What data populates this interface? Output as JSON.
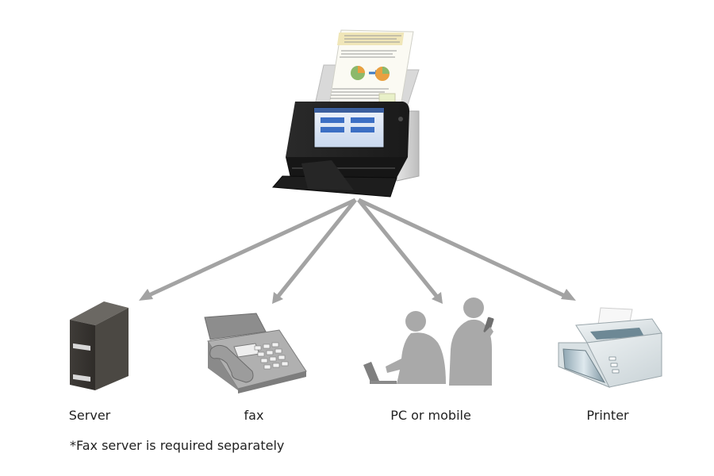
{
  "devices": [
    {
      "id": "server",
      "label": "Server",
      "icon": "server-icon"
    },
    {
      "id": "fax",
      "label": "fax",
      "icon": "fax-machine-icon"
    },
    {
      "id": "pc-mobile",
      "label": "PC or mobile",
      "icon": "people-devices-icon"
    },
    {
      "id": "printer",
      "label": "Printer",
      "icon": "printer-icon"
    }
  ],
  "footnote": "*Fax server is required separately",
  "hub": {
    "icon": "document-scanner-icon"
  },
  "colors": {
    "arrow": "#a3a3a3",
    "text": "#222222",
    "silhouette": "#a9a9a9"
  }
}
